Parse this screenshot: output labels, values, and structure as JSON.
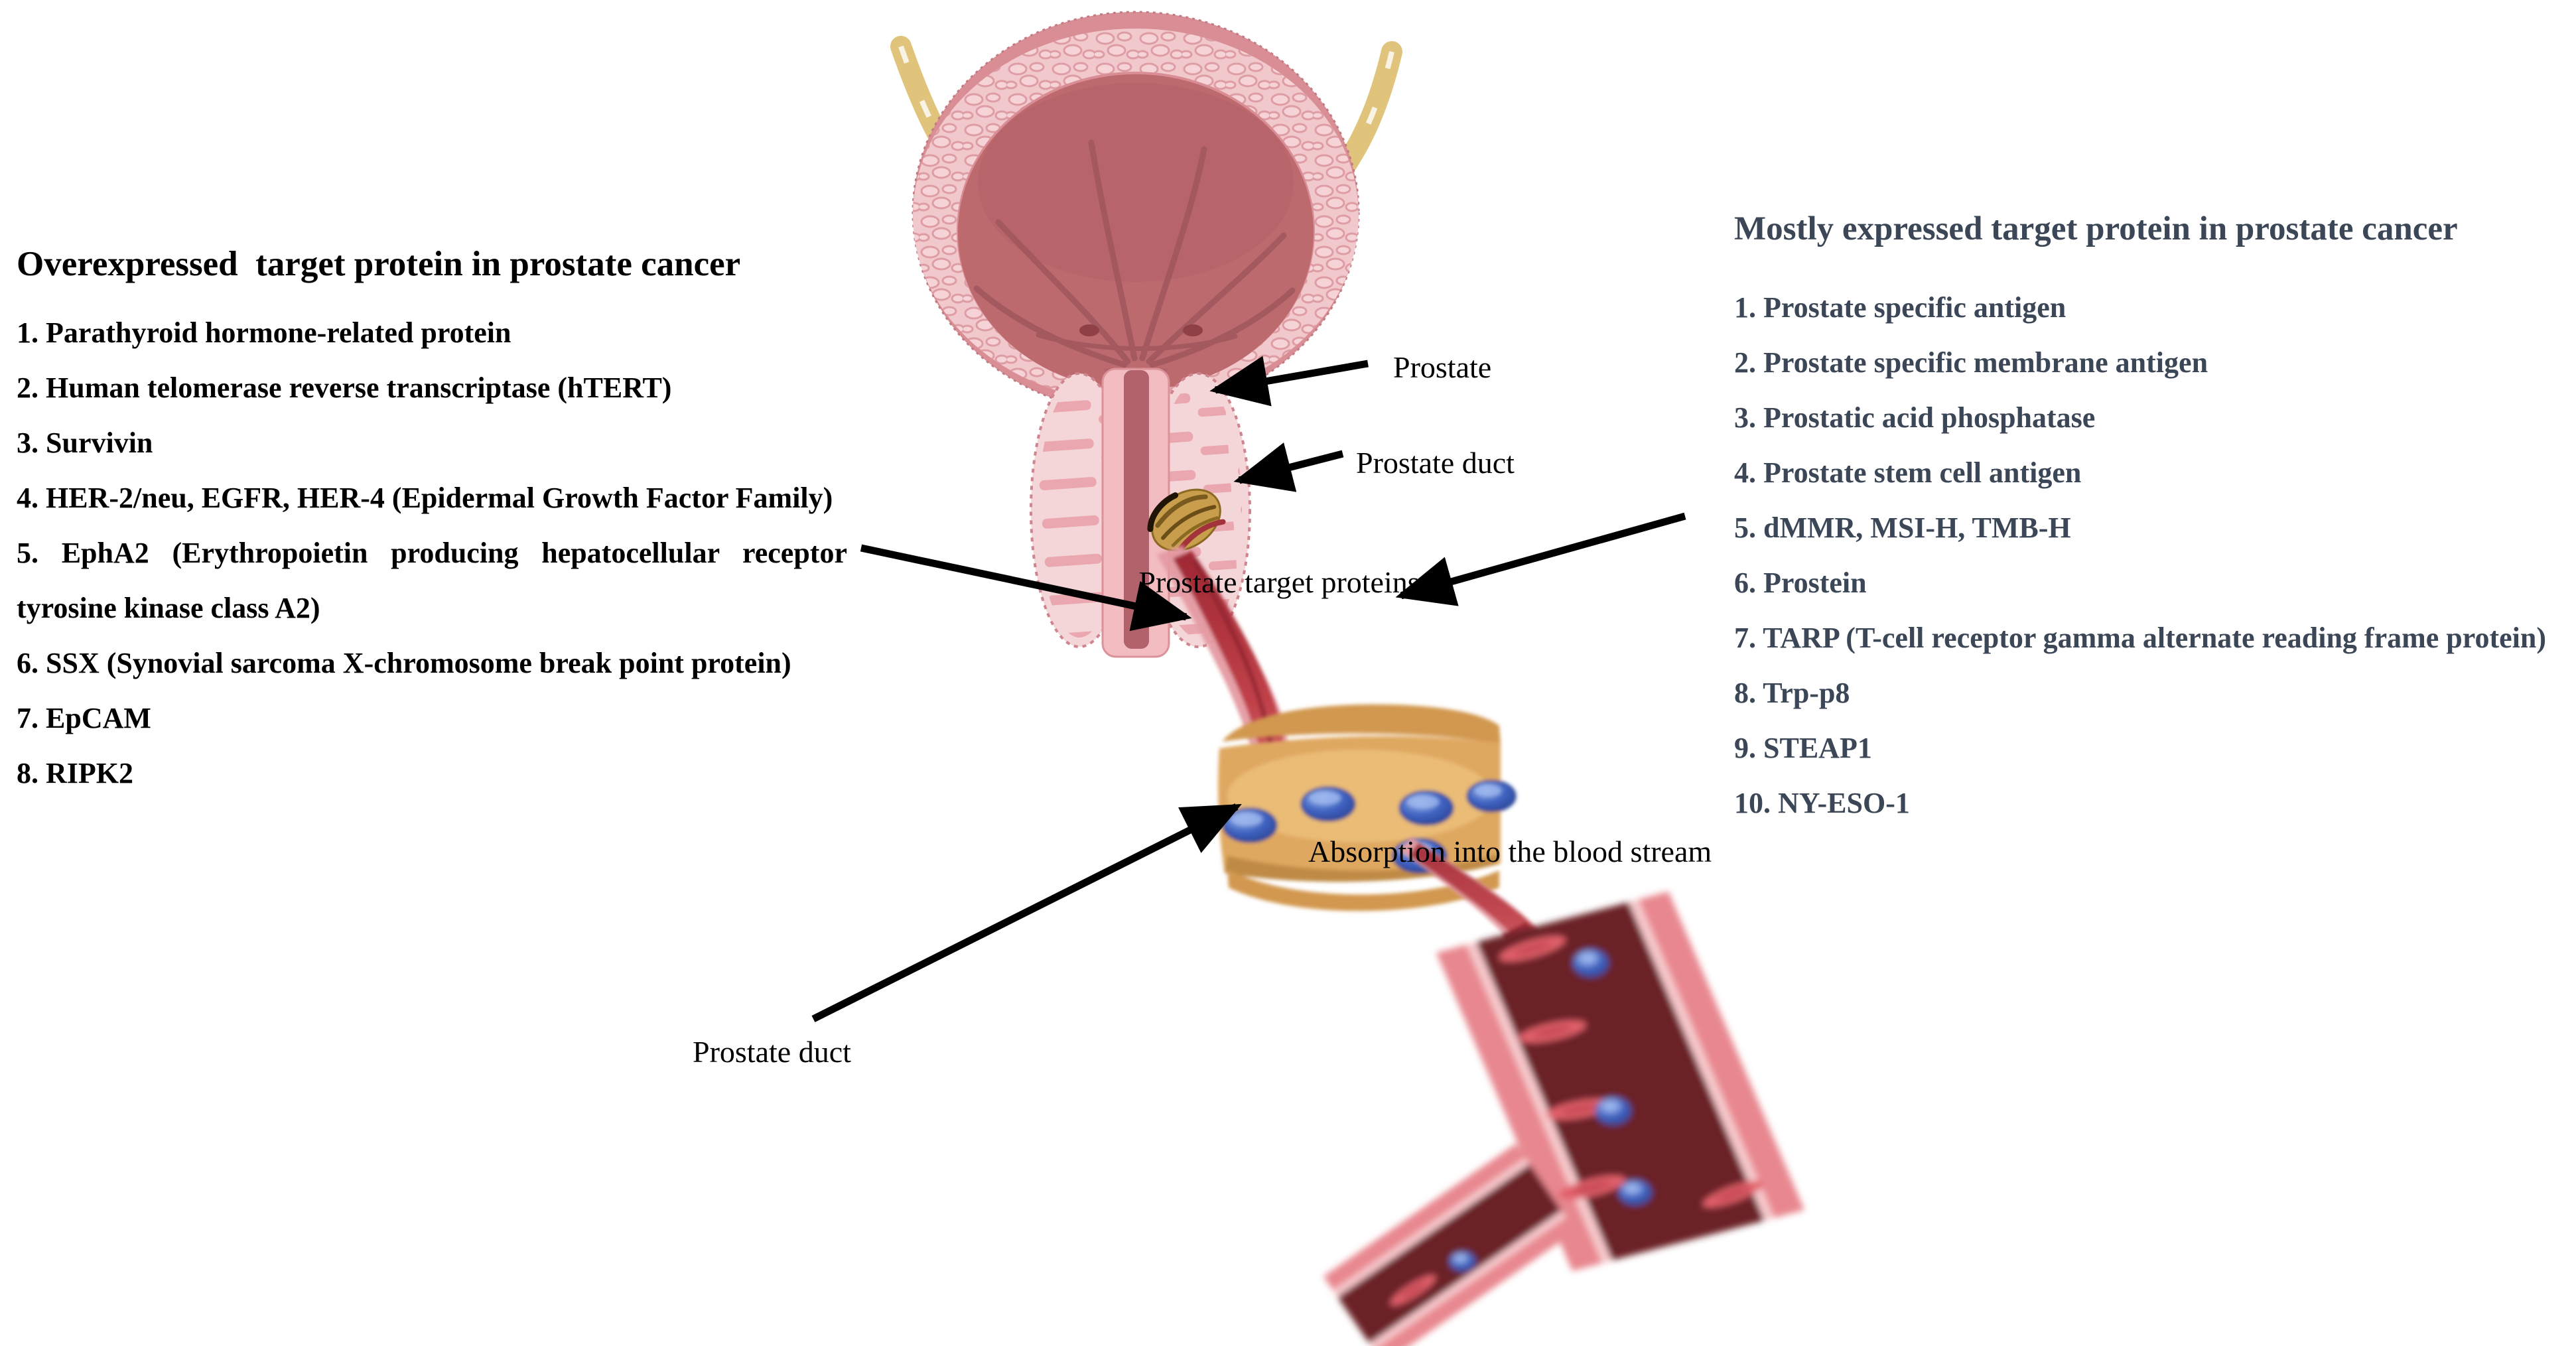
{
  "left_panel": {
    "title": "Overexpressed  target protein in prostate cancer",
    "items": [
      "1. Parathyroid hormone-related protein",
      "2. Human telomerase reverse transcriptase (hTERT)",
      "3. Survivin",
      "4. HER-2/neu, EGFR, HER-4 (Epidermal Growth Factor Family)",
      "5. EphA2 (Erythropoietin producing hepatocellular receptor tyrosine kinase class A2)",
      "6. SSX (Synovial sarcoma X-chromosome break point protein)",
      "7. EpCAM",
      "8. RIPK2"
    ]
  },
  "right_panel": {
    "title": "Mostly expressed target protein in prostate cancer",
    "items": [
      "1. Prostate specific antigen",
      "2. Prostate specific membrane antigen",
      "3. Prostatic acid phosphatase",
      "4. Prostate stem cell antigen",
      "5. dMMR, MSI-H, TMB-H",
      "6. Prostein",
      "7. TARP (T-cell receptor gamma alternate reading frame protein)",
      "8. Trp-p8",
      "9. STEAP1",
      "10. NY-ESO-1"
    ]
  },
  "diagram": {
    "labels": {
      "prostate": "Prostate",
      "prostate_duct_top": "Prostate duct",
      "target_proteins": "Prostate target proteins",
      "absorption": "Absorption into the blood stream",
      "prostate_duct_bottom": "Prostate duct"
    },
    "colors": {
      "right_text": "#3b4656",
      "label_text": "#000000",
      "arrow": "#000000",
      "bladder_wall": "#d98d94",
      "bladder_lining": "#f1c8cb",
      "bladder_interior": "#bc6a6e",
      "ureter": "#e0c47c",
      "prostate_lobe": "#f4d6d8",
      "urethra_lumen": "#b2626a",
      "prostate_duct_gold": "#c89d4b",
      "duct_tissue": "#dfa861",
      "protein_cell_blue": "#3f62c0",
      "stream_red": "#c04048",
      "vessel_wall": "#e8878f",
      "vessel_lumen": "#6b2026",
      "red_blood_cell": "#e2606b"
    }
  }
}
